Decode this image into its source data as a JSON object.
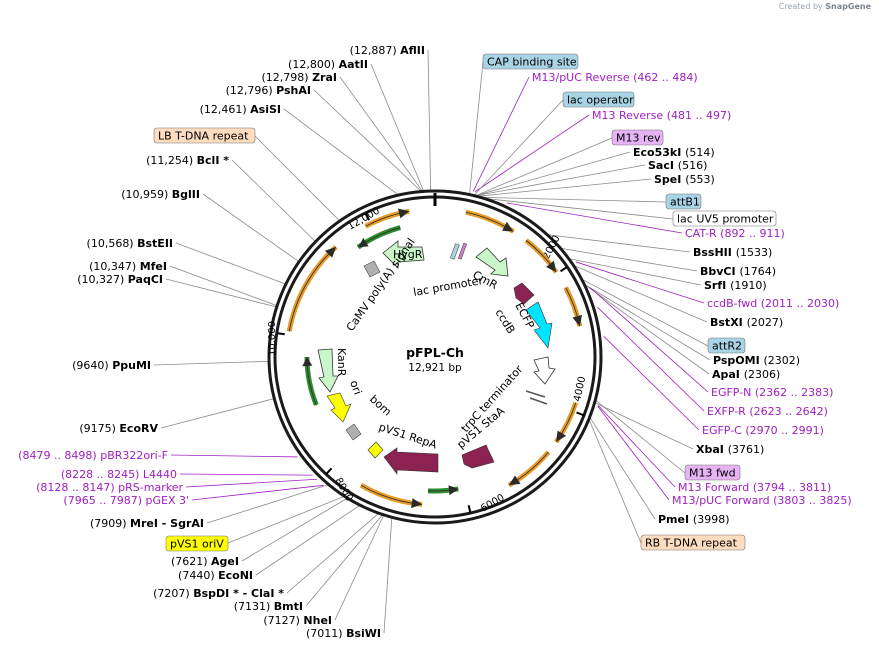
{
  "credit": {
    "prefix": "Created by",
    "brand": "SnapGene"
  },
  "plasmid": {
    "name": "pFPL-Ch",
    "length": "12,921 bp"
  },
  "ticks": [
    "2000",
    "4000",
    "6000",
    "8000",
    "10,000",
    "12,000"
  ],
  "inner_labels": {
    "hygr": "HygR",
    "cmr": "CmR",
    "camv": "CaMV poly(A) signal",
    "lac_promoter": "lac promoter",
    "ccdb": "ccdB",
    "ecfp": "ECFP",
    "kanr": "KanR",
    "ori": "ori",
    "bom": "bom",
    "pvs1_repa": "pVS1 RepA",
    "trpc": "trpC terminator",
    "pvs1_staa": "pVS1 StaA"
  },
  "left_labels": [
    {
      "pos": "(12,887)",
      "name": "AflII"
    },
    {
      "pos": "(12,800)",
      "name": "AatII"
    },
    {
      "pos": "(12,798)",
      "name": "ZraI"
    },
    {
      "pos": "(12,796)",
      "name": "PshAI"
    },
    {
      "pos": "(12,461)",
      "name": "AsiSI"
    },
    {
      "pos": "(11,254)",
      "name": "BclI *"
    },
    {
      "pos": "(10,959)",
      "name": "BglII"
    },
    {
      "pos": "(10,568)",
      "name": "BstEII"
    },
    {
      "pos": "(10,347)",
      "name": "MfeI"
    },
    {
      "pos": "(10,327)",
      "name": "PaqCI"
    },
    {
      "pos": "(9640)",
      "name": "PpuMI"
    },
    {
      "pos": "(9175)",
      "name": "EcoRV"
    },
    {
      "pos": "(7909)",
      "name": "MreI - SgrAI"
    },
    {
      "pos": "(7621)",
      "name": "AgeI"
    },
    {
      "pos": "(7440)",
      "name": "EcoNI"
    },
    {
      "pos": "(7207)",
      "name": "BspDI * - ClaI *"
    },
    {
      "pos": "(7131)",
      "name": "BmtI"
    },
    {
      "pos": "(7127)",
      "name": "NheI"
    },
    {
      "pos": "(7011)",
      "name": "BsiWI"
    }
  ],
  "left_primers": [
    {
      "pos": "(8479 .. 8498)",
      "name": "pBR322ori-F"
    },
    {
      "pos": "(8228 .. 8245)",
      "name": "L4440"
    },
    {
      "pos": "(8128 .. 8147)",
      "name": "pRS-marker"
    },
    {
      "pos": "(7965 .. 7987)",
      "name": "pGEX 3'"
    }
  ],
  "left_boxes": [
    {
      "text": "LB T-DNA repeat",
      "color": "#fddcbf"
    },
    {
      "text": "pVS1 oriV",
      "color": "#ffff00"
    }
  ],
  "right_labels": [
    {
      "name": "Eco53kI",
      "pos": "(514)"
    },
    {
      "name": "SacI",
      "pos": "(516)"
    },
    {
      "name": "SpeI",
      "pos": "(553)"
    },
    {
      "name": "BssHII",
      "pos": "(1533)"
    },
    {
      "name": "BbvCI",
      "pos": "(1764)"
    },
    {
      "name": "SrfI",
      "pos": "(1910)"
    },
    {
      "name": "BstXI",
      "pos": "(2027)"
    },
    {
      "name": "PspOMI",
      "pos": "(2302)"
    },
    {
      "name": "ApaI",
      "pos": "(2306)"
    },
    {
      "name": "XbaI",
      "pos": "(3761)"
    },
    {
      "name": "PmeI",
      "pos": "(3998)"
    }
  ],
  "right_primers": [
    {
      "name": "M13/pUC Reverse",
      "pos": "(462 .. 484)"
    },
    {
      "name": "M13 Reverse",
      "pos": "(481 .. 497)"
    },
    {
      "name": "CAT-R",
      "pos": "(892 .. 911)"
    },
    {
      "name": "ccdB-fwd",
      "pos": "(2011 .. 2030)"
    },
    {
      "name": "EGFP-N",
      "pos": "(2362 .. 2383)"
    },
    {
      "name": "EXFP-R",
      "pos": "(2623 .. 2642)"
    },
    {
      "name": "EGFP-C",
      "pos": "(2970 .. 2991)"
    },
    {
      "name": "M13 Forward",
      "pos": "(3794 .. 3811)"
    },
    {
      "name": "M13/pUC Forward",
      "pos": "(3803 .. 3825)"
    }
  ],
  "right_boxes": [
    {
      "text": "CAP binding site",
      "color": "#a8d4e6"
    },
    {
      "text": "lac operator",
      "color": "#a8d4e6"
    },
    {
      "text": "M13 rev",
      "color": "#e6b3f5"
    },
    {
      "text": "attB1",
      "color": "#a8d4e6"
    },
    {
      "text": "lac UV5 promoter",
      "color": "#ffffff"
    },
    {
      "text": "attR2",
      "color": "#a8d4e6"
    },
    {
      "text": "M13 fwd",
      "color": "#e6b3f5"
    },
    {
      "text": "RB T-DNA repeat",
      "color": "#fddcbf"
    }
  ]
}
